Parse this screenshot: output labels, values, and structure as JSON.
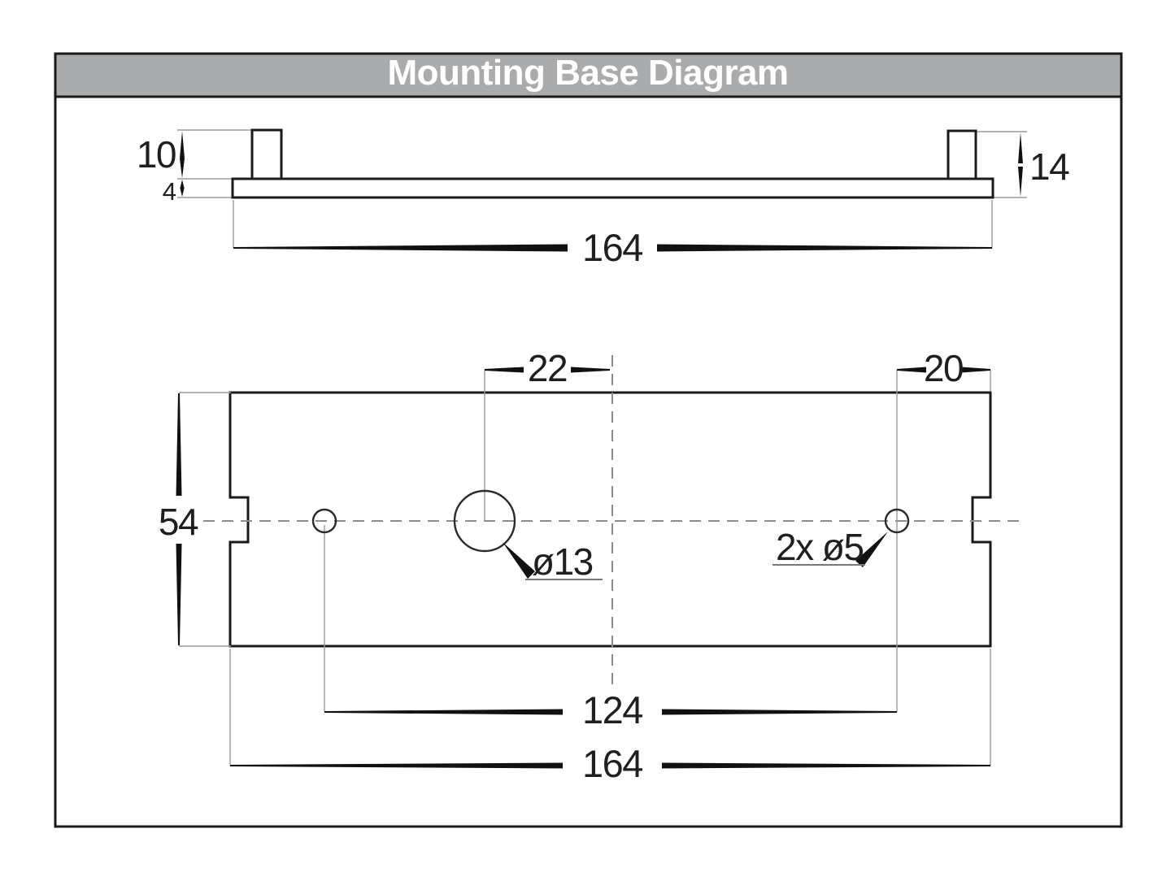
{
  "title": "Mounting Base Diagram",
  "colors": {
    "title_bar_bg": "#a9abad",
    "title_text": "#ffffff",
    "line": "#1a1a1a",
    "extension_gray": "#9a9a9a"
  },
  "top_view": {
    "peg_height": "10",
    "plate_thickness": "4",
    "total_height": "14",
    "overall_width": "164"
  },
  "bottom_view": {
    "hole_to_centerline": "22",
    "hole_to_edge": "20",
    "depth": "54",
    "center_hole_label": "ø13",
    "mount_holes_label": "2x ø5",
    "hole_spacing": "124",
    "overall_width": "164"
  }
}
